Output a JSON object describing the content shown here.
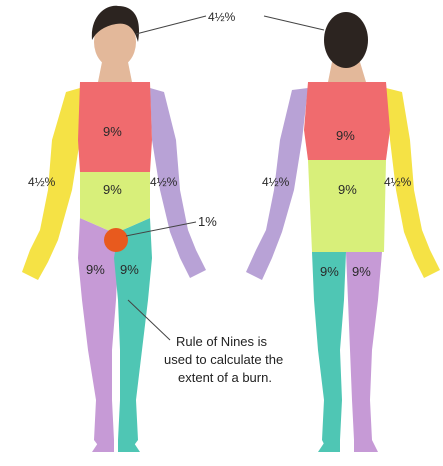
{
  "colors": {
    "head_neck": "#c9a184",
    "chest": "#f06b6e",
    "chest_back": "#f06b6e",
    "abdomen": "#d8ef7a",
    "arm_left": "#f5e245",
    "arm_right": "#b8a2d6",
    "leg_left": "#c69ad6",
    "leg_right": "#4fc6b4",
    "genital": "#e85a1e",
    "hair": "#2c2420",
    "skin": "#e3b89a",
    "line": "#444444"
  },
  "labels": {
    "head": "4½%",
    "front_chest": "9%",
    "front_abdomen": "9%",
    "front_arm_left": "4½%",
    "front_arm_right": "4½%",
    "genital": "1%",
    "front_leg_left": "9%",
    "front_leg_right": "9%",
    "back_upper": "9%",
    "back_lower": "9%",
    "back_arm_left": "4½%",
    "back_arm_right": "4½%",
    "back_leg_left": "9%",
    "back_leg_right": "9%"
  },
  "caption": {
    "line1": "Rule of Nines is",
    "line2": "used to calculate the",
    "line3": "extent of a burn."
  }
}
